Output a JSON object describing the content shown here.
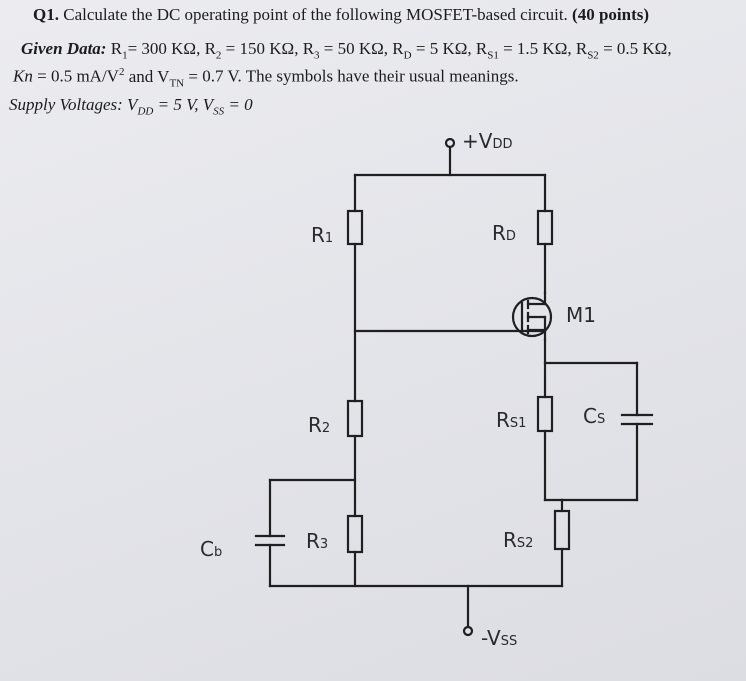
{
  "question": {
    "number": "Q1.",
    "text": "Calculate the DC operating point of the following MOSFET-based circuit.",
    "points": "(40 points)",
    "given_label": "Given Data:",
    "r1": "300 KΩ",
    "r2": "150 KΩ",
    "r3": "50 KΩ",
    "rd": "5 KΩ",
    "rs1": "1.5 KΩ",
    "rs2": "0.5 KΩ",
    "kn_value": "0.5 mA/V",
    "vtn_value": "0.7 V",
    "meanings": "The symbols have their usual meanings.",
    "supply_label": "Supply Voltages:",
    "vdd_value": "5 V",
    "vss_value": "0"
  },
  "circuit": {
    "vdd_label": "+V",
    "vdd_sub": "DD",
    "vss_label": "-V",
    "vss_sub": "SS",
    "r1_label": "R",
    "r1_sub": "1",
    "r2_label": "R",
    "r2_sub": "2",
    "r3_label": "R",
    "r3_sub": "3",
    "rd_label": "R",
    "rd_sub": "D",
    "rs1_label": "R",
    "rs1_sub": "S1",
    "rs2_label": "R",
    "rs2_sub": "S2",
    "cb_label": "C",
    "cb_sub": "b",
    "cs_label": "C",
    "cs_sub": "S",
    "mosfet_label": "M1"
  }
}
